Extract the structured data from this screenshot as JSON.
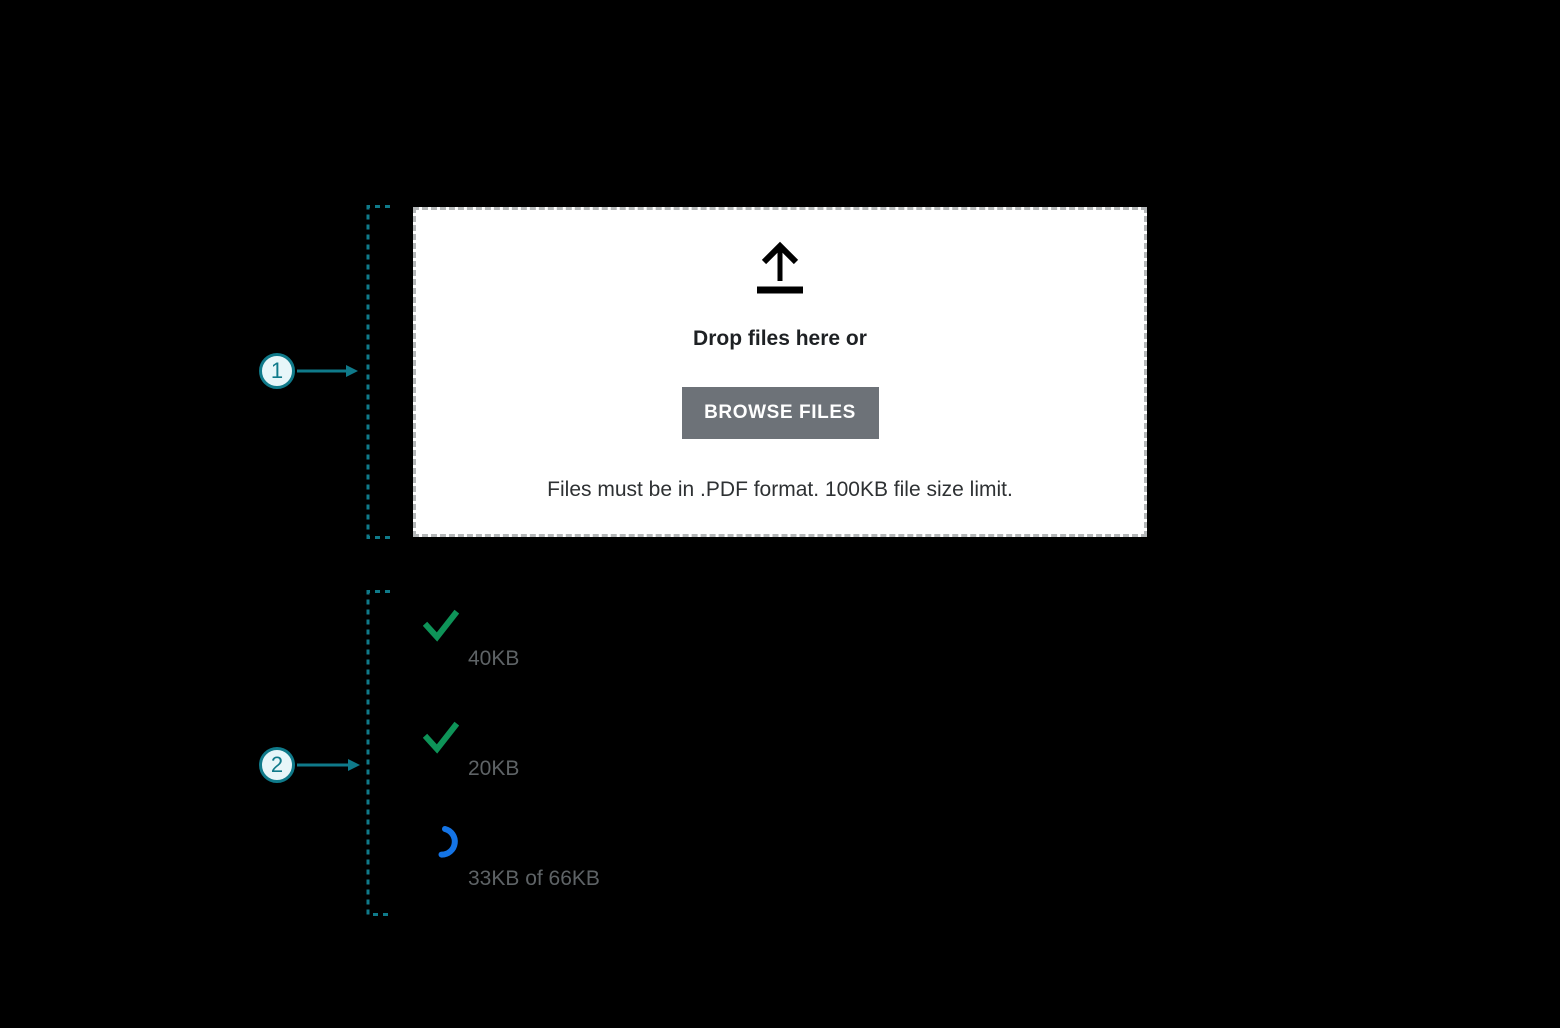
{
  "canvas": {
    "background": "#000000"
  },
  "colors": {
    "annotation_teal": "#0F7A8A",
    "annotation_badge_fill": "#E7F6F9",
    "dropzone_background": "#FFFFFF",
    "dropzone_border_gray": "#B4B7B8",
    "button_gray": "#6D7278",
    "button_text": "#FFFFFF",
    "title_text": "#1E2124",
    "helper_text": "#2E3133",
    "success_green": "#0E9358",
    "progress_blue": "#1474E6",
    "file_size_text_gray": "#5E6366"
  },
  "callouts": [
    {
      "number": "1"
    },
    {
      "number": "2"
    }
  ],
  "dropzone": {
    "title": "Drop files here or",
    "browse_button_label": "BROWSE FILES",
    "helper_text": "Files must be in .PDF format. 100KB file size limit.",
    "icon": "upload-icon"
  },
  "file_list": {
    "items": [
      {
        "status": "complete",
        "icon": "check-icon",
        "size_label": "40KB"
      },
      {
        "status": "complete",
        "icon": "check-icon",
        "size_label": "20KB"
      },
      {
        "status": "uploading",
        "icon": "progress-spinner-icon",
        "size_label": "33KB of 66KB"
      }
    ]
  }
}
